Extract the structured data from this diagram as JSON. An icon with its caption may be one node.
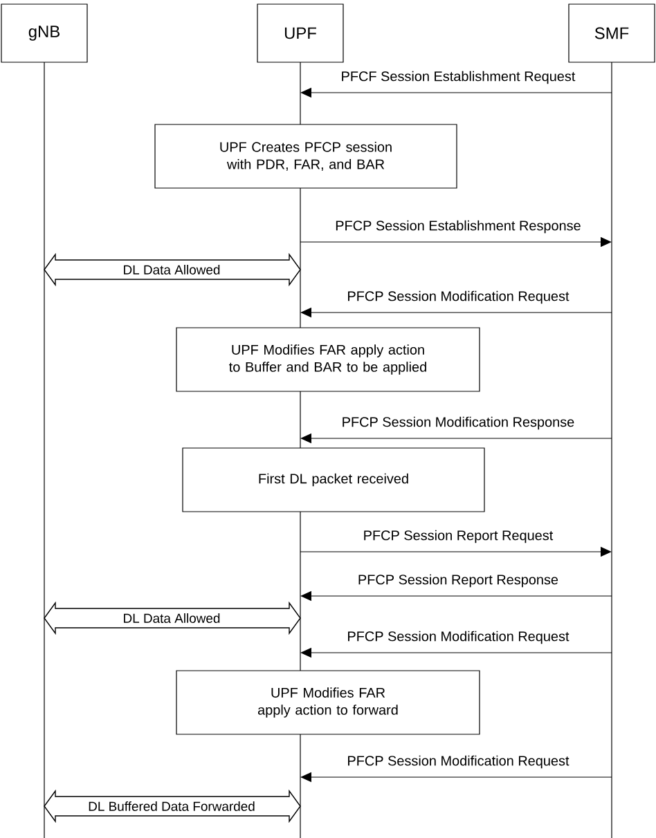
{
  "diagram": {
    "nodes": [
      {
        "text": [
          "gNB"
        ]
      },
      {
        "text": [
          "UPF"
        ]
      },
      {
        "text": [
          "SMF"
        ]
      },
      {
        "text": [
          "UPF Creates PFCP session with PDR, FAR, and BAR"
        ]
      },
      {
        "text": [
          "UPF Modifies FAR apply action to Buffer and BAR to be applied"
        ]
      },
      {
        "text": [
          "First DL packet received"
        ]
      },
      {
        "text": [
          "UPF Modifies FAR apply action to forward"
        ]
      }
    ],
    "edges": [
      {
        "from": 2,
        "to": 1,
        "arrow": "to",
        "label": "PFCF Session Establishment Request"
      },
      {
        "from": 1,
        "to": 2,
        "arrow": "to",
        "label": "PFCP Session Establishment Response"
      },
      {
        "from": 0,
        "to": 1,
        "arrow": "both",
        "label": "DL Data Allowed",
        "style": "thick"
      },
      {
        "from": 2,
        "to": 1,
        "arrow": "to",
        "label": "PFCP Session Modification Request"
      },
      {
        "from": 2,
        "to": 1,
        "arrow": "to",
        "label": "PFCP Session Modification Response"
      },
      {
        "from": 1,
        "to": 2,
        "arrow": "to",
        "label": "PFCP Session Report Request"
      },
      {
        "from": 2,
        "to": 1,
        "arrow": "to",
        "label": "PFCP Session Report Response"
      },
      {
        "from": 0,
        "to": 1,
        "arrow": "both",
        "label": "DL Data Allowed",
        "style": "thick"
      },
      {
        "from": 2,
        "to": 1,
        "arrow": "to",
        "label": "PFCP Session Modification Request"
      },
      {
        "from": 2,
        "to": 1,
        "arrow": "to",
        "label": "PFCP Session Modification Request"
      },
      {
        "from": 0,
        "to": 1,
        "arrow": "both",
        "label": "DL Buffered Data Forwarded",
        "style": "thick"
      }
    ]
  }
}
